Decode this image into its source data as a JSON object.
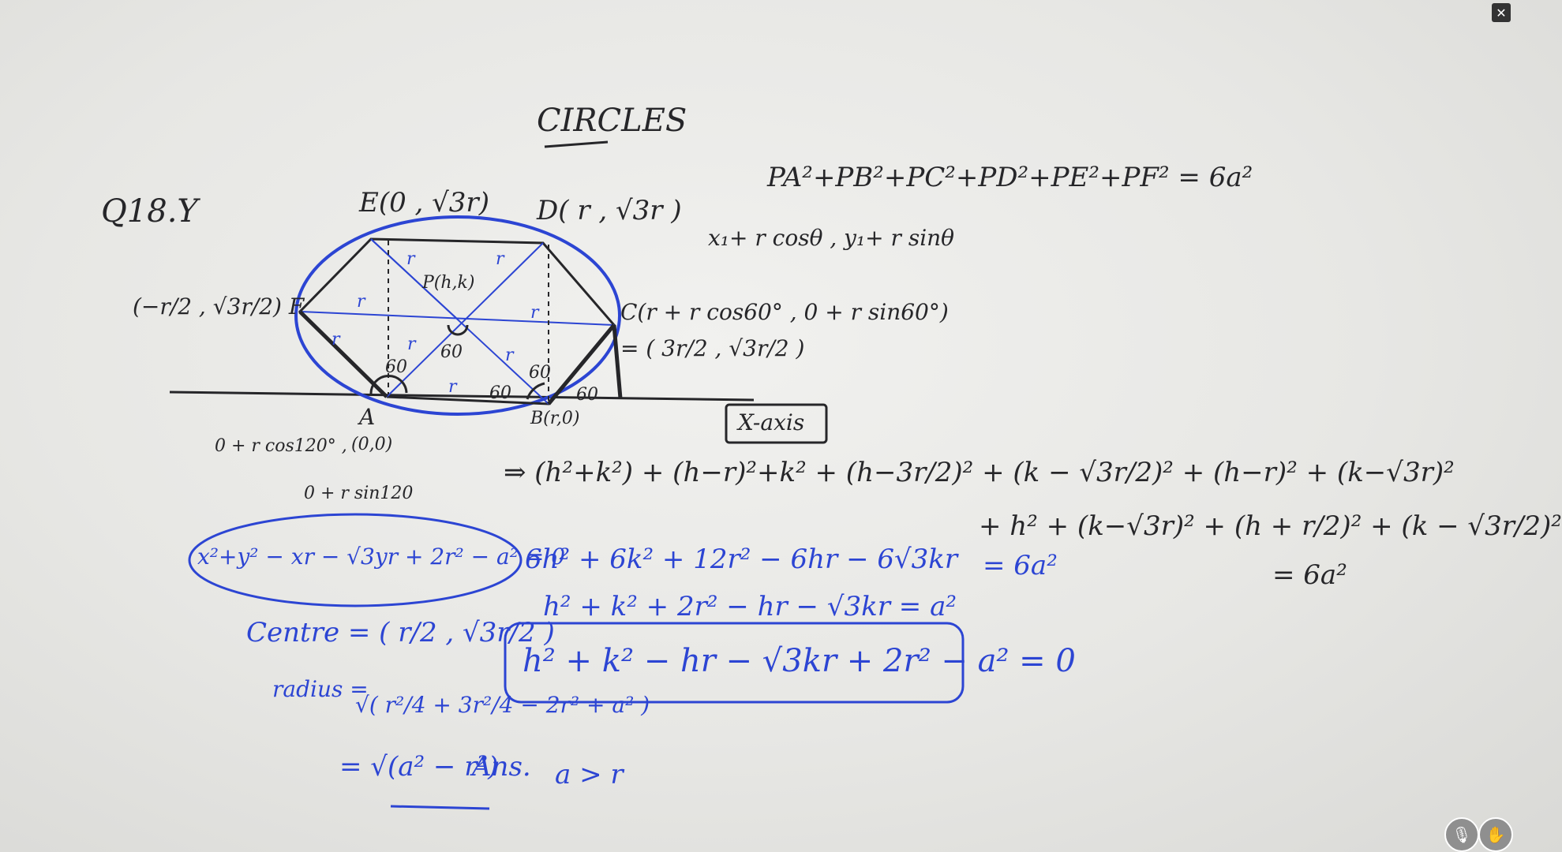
{
  "title": "CIRCLES",
  "question": "Q18.Y",
  "top_right": {
    "equation": "PA²+PB²+PC²+PD²+PE²+PF² = 6a²",
    "param": "x₁+ r cosθ , y₁+ r sinθ"
  },
  "figure": {
    "E": "E(0 ,  √3r)",
    "D": "D( r ,  √3r )",
    "F": "(−r/2 , √3r/2) F",
    "P": "P(h,k)",
    "C": "C(r + r cos60° , 0 + r sin60°)",
    "C_value": "= ( 3r/2 , √3r/2 )",
    "A": "A",
    "A_coord": "(0,0)",
    "B": "B(r,0)",
    "x_axis": "X-axis",
    "side_r": "r",
    "angle_60": "60",
    "A_param_1": "0 + r cos120° ,",
    "A_param_2": "0 + r sin120"
  },
  "work": {
    "line1": "⇒ (h²+k²) + (h−r)²+k² + (h−3r/2)² + (k − √3r/2)² + (h−r)² + (k−√3r)²",
    "line2": "+ h² + (k−√3r)² + (h + r/2)² + (k − √3r/2)²",
    "eq_6a2_a": "= 6a²",
    "eq_6a2_b": "= 6a²",
    "boxed_locus": "x²+y² − xr − √3yr + 2r² − a² = 0",
    "expand": "6h² + 6k² + 12r² − 6hr − 6√3kr",
    "simplify": "h² + k² + 2r² − hr − √3kr = a²",
    "boxed_hk": "h² + k² − hr − √3kr + 2r² − a² = 0",
    "centre": "Centre = ( r/2 , √3r/2 )",
    "radius_label": "radius =",
    "radius_expr": "√( r²/4 + 3r²/4 − 2r² + a² )",
    "result": "= √(a² − r²)",
    "ans": "Ans.",
    "condition": "a > r"
  },
  "controls": {
    "mic_icon": "mic-icon",
    "hand_icon": "hand-icon",
    "close_icon": "close-icon"
  },
  "colors": {
    "black_ink": "#262629",
    "blue_ink": "#2c45d3"
  }
}
